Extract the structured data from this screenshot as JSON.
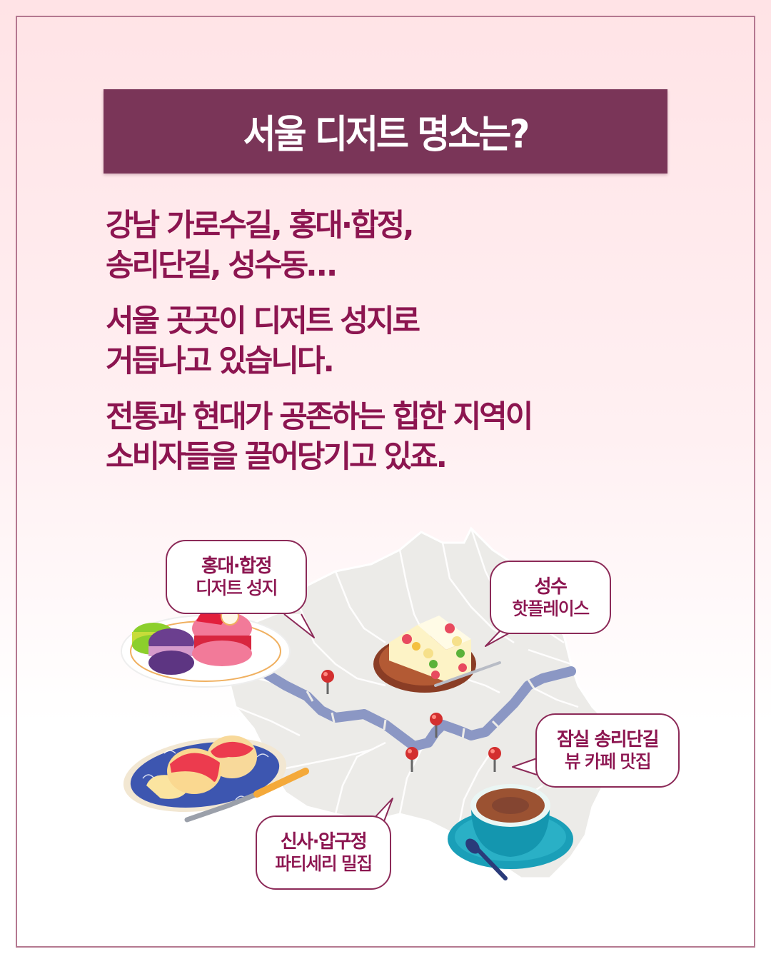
{
  "header": {
    "title": "서울 디저트 명소는?"
  },
  "body": {
    "paragraphs": [
      {
        "lines": [
          "강남 가로수길, 홍대·합정,",
          "송리단길, 성수동…"
        ]
      },
      {
        "lines": [
          "서울 곳곳이 디저트 성지로",
          "거듭나고 있습니다."
        ]
      },
      {
        "lines": [
          "전통과 현대가 공존하는 힙한 지역이",
          "소비자들을 끌어당기고 있죠."
        ]
      }
    ]
  },
  "map": {
    "description": "Seoul district map with Han River",
    "pins": 4,
    "callouts": [
      {
        "title": "홍대·합정",
        "subtitle": "디저트 성지",
        "illustration": "macaron-plate"
      },
      {
        "title": "성수",
        "subtitle": "핫플레이스",
        "illustration": "fruit-sandwich"
      },
      {
        "title": "잠실 송리단길",
        "subtitle": "뷰 카페 맛집",
        "illustration": "coffee-cup"
      },
      {
        "title": "신사·압구정",
        "subtitle": "파티세리 밀집",
        "illustration": "scone-plate"
      }
    ]
  },
  "colors": {
    "accent": "#8c1550",
    "title_band": "#7a3558",
    "frame": "#b47890",
    "river": "#8b97c4",
    "map_land": "#ecebe8",
    "pin": "#d32f2f"
  }
}
